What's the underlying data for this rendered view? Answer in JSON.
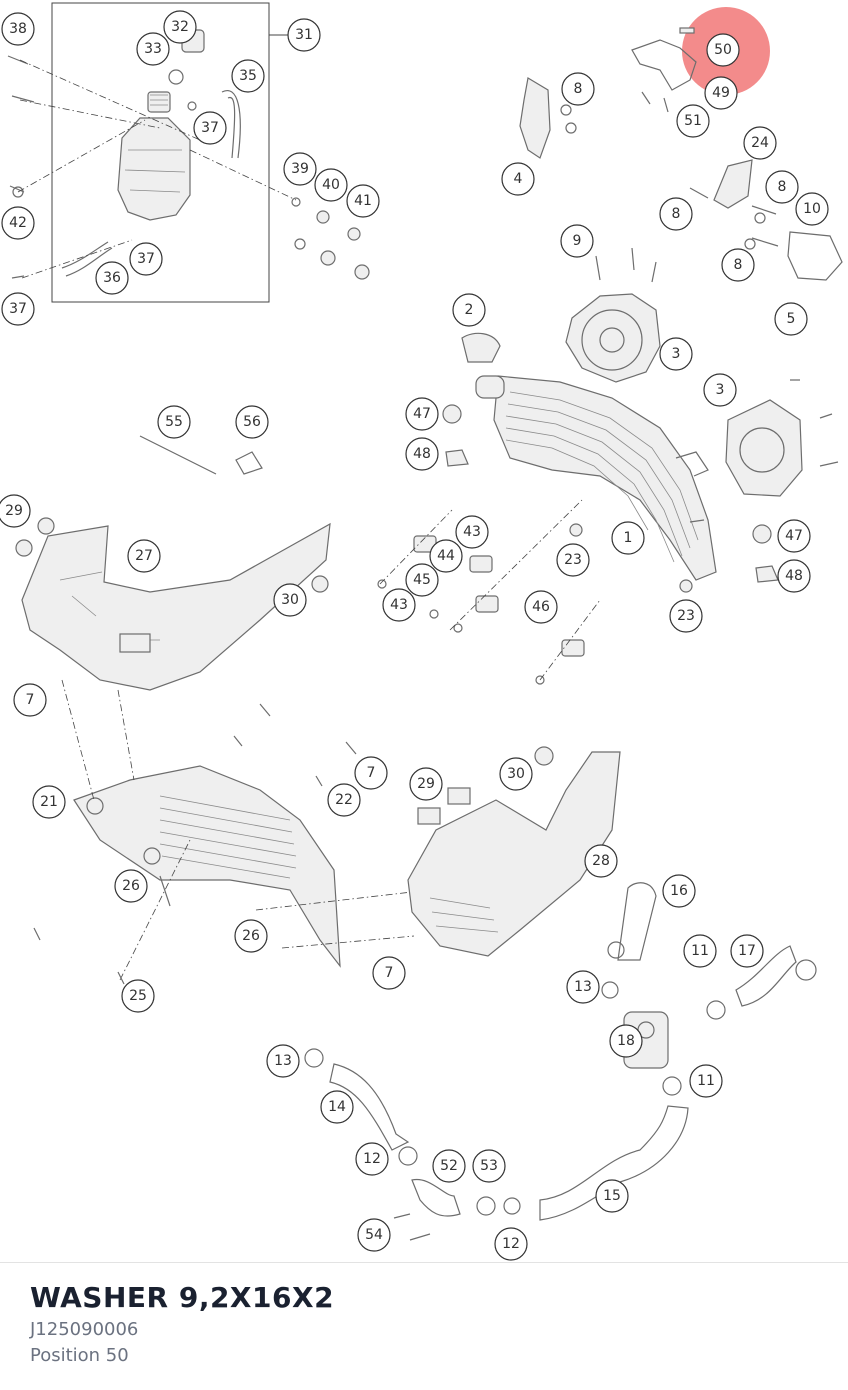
{
  "diagram": {
    "selected_callout": "50",
    "highlight_color": "#ef6a6a",
    "callouts": [
      "38",
      "32",
      "33",
      "31",
      "35",
      "37",
      "39",
      "40",
      "41",
      "42",
      "36",
      "37",
      "37",
      "50",
      "49",
      "51",
      "8",
      "4",
      "24",
      "8",
      "10",
      "8",
      "8",
      "5",
      "9",
      "2",
      "3",
      "3",
      "47",
      "48",
      "55",
      "56",
      "29",
      "27",
      "30",
      "43",
      "44",
      "45",
      "43",
      "46",
      "23",
      "1",
      "23",
      "47",
      "48",
      "7",
      "21",
      "22",
      "7",
      "29",
      "30",
      "28",
      "26",
      "26",
      "25",
      "7",
      "16",
      "11",
      "17",
      "13",
      "18",
      "11",
      "13",
      "14",
      "12",
      "52",
      "53",
      "15",
      "54",
      "12"
    ]
  },
  "selected_part": {
    "name": "WASHER 9,2X16X2",
    "part_number": "J125090006",
    "position_label": "Position 50"
  }
}
